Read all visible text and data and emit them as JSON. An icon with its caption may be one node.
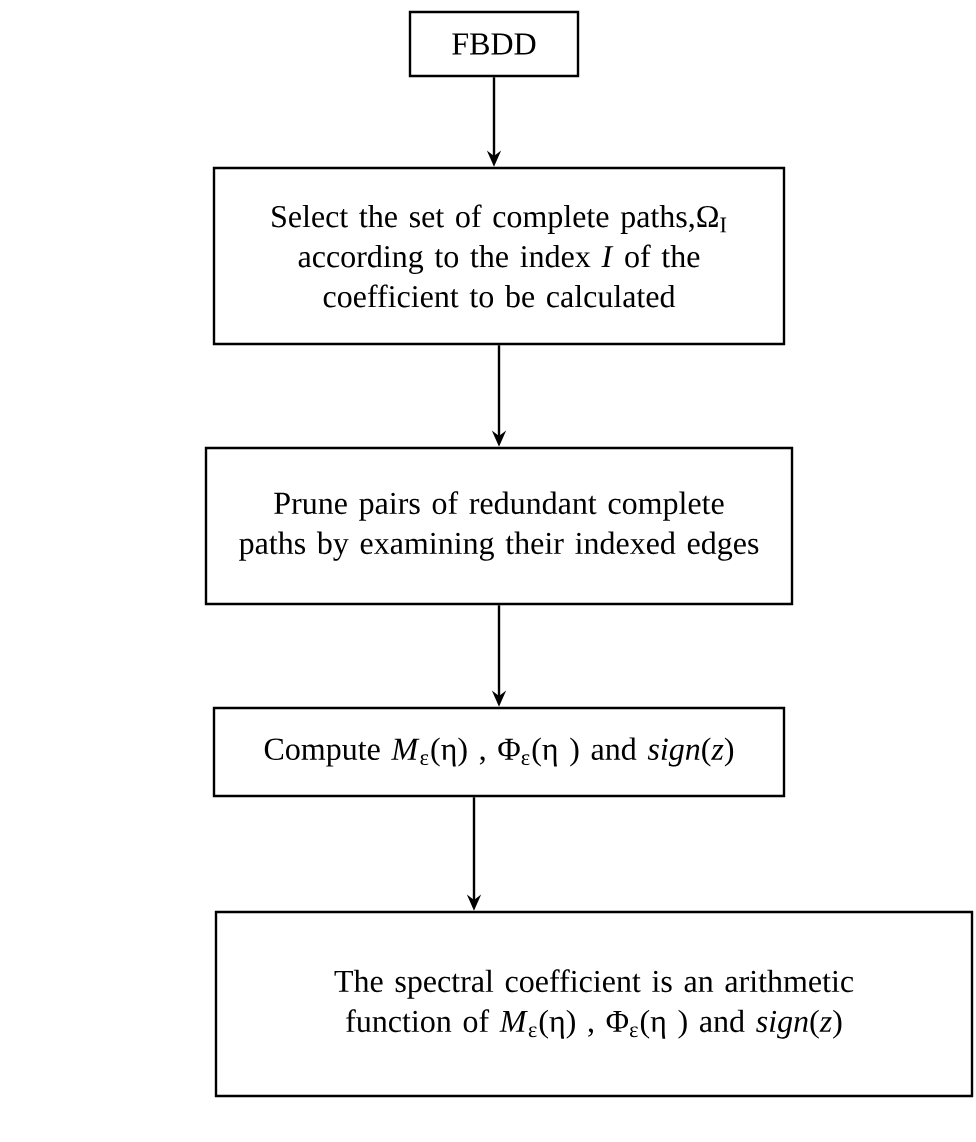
{
  "diagram": {
    "nodes": [
      {
        "text": [
          "FBDD"
        ]
      },
      {
        "text": [
          "Select the set of complete paths,Ω$_{I}$ according to the index *I* of the coefficient to be calculated"
        ]
      },
      {
        "text": [
          "Prune pairs of redundant complete paths by examining their indexed edges"
        ]
      },
      {
        "text": [
          "Compute *M*$_{ε}$(η) , Φ$_{ε}$(η ) and *sign*(*z*)"
        ]
      },
      {
        "text": [
          "The spectral coefficient is an arithmetic function of *M*$_{ε}$(η) , Φ$_{ε}$(η ) and *sign*(*z*)"
        ]
      }
    ],
    "edges": [
      {
        "from": 0,
        "to": 1,
        "arrow": "to"
      },
      {
        "from": 1,
        "to": 2,
        "arrow": "to"
      },
      {
        "from": 2,
        "to": 3,
        "arrow": "to"
      },
      {
        "from": 3,
        "to": 4,
        "arrow": "to"
      }
    ]
  }
}
